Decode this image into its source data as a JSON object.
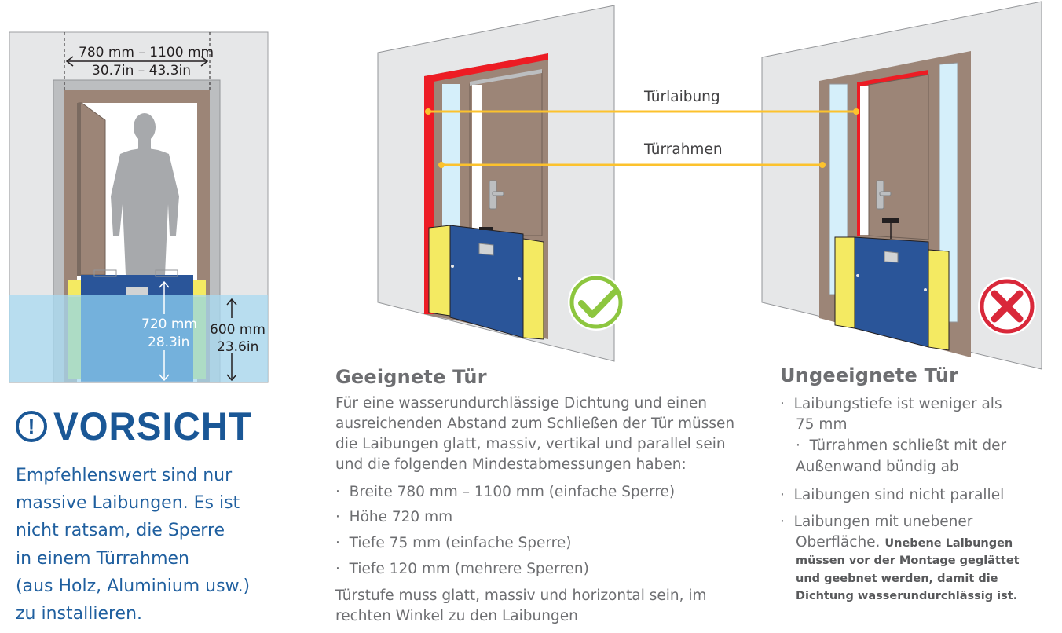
{
  "left_figure": {
    "width_range_mm": "780 mm – 1100 mm",
    "width_range_in": "30.7in – 43.3in",
    "barrier_height_mm": "720 mm",
    "barrier_height_in": "28.3in",
    "water_height_mm": "600 mm",
    "water_height_in": "23.6in"
  },
  "labels": {
    "reveal": "Türlaibung",
    "frame": "Türrahmen"
  },
  "caution": {
    "title": "VORSICHT",
    "icon": "exclamation-circle-icon",
    "lines": [
      "Empfehlenswert sind nur",
      "massive Laibungen. Es ist",
      "nicht ratsam, die Sperre",
      "in einem Türrahmen",
      "(aus Holz, Aluminium usw.)",
      "zu installieren."
    ]
  },
  "suitable": {
    "title": "Geeignete Tür",
    "icon": "check-circle-icon",
    "intro": [
      "Für eine wasserundurchlässige Dichtung und einen",
      "ausreichenden Abstand zum Schließen der Tür müssen",
      "die Laibungen glatt, massiv, vertikal und parallel sein",
      "und die folgenden Mindestabmessungen haben:"
    ],
    "bullets": [
      "Breite 780 mm – 1100 mm (einfache Sperre)",
      "Höhe 720 mm",
      "Tiefe 75 mm (einfache Sperre)",
      "Tiefe 120 mm (mehrere Sperren)"
    ],
    "outro": [
      "Türstufe muss glatt, massiv und horizontal sein, im",
      "rechten Winkel zu den Laibungen"
    ]
  },
  "unsuitable": {
    "title": "Ungeeignete Tür",
    "icon": "x-circle-icon",
    "b1_line1": "Laibungstiefe ist weniger als",
    "b1_line2": "75 mm",
    "b1_sub_line1": "Türrahmen schließt mit der",
    "b1_sub_line2": "Außenwand bündig ab",
    "b2": "Laibungen sind nicht parallel",
    "b3_line1": "Laibungen mit unebener",
    "b3_line2": "Oberfläche.",
    "b3_bold": [
      "Unebene Laibungen",
      "müssen vor der Montage geglättet",
      "und geebnet werden, damit die",
      "Dichtung wasserundurchlässig ist."
    ]
  },
  "colors": {
    "brand_blue": "#1a5796",
    "text_gray": "#6d6e71",
    "leader_yellow": "#fcc22d",
    "ok_green": "#8dc63f",
    "bad_red": "#d9283a"
  }
}
